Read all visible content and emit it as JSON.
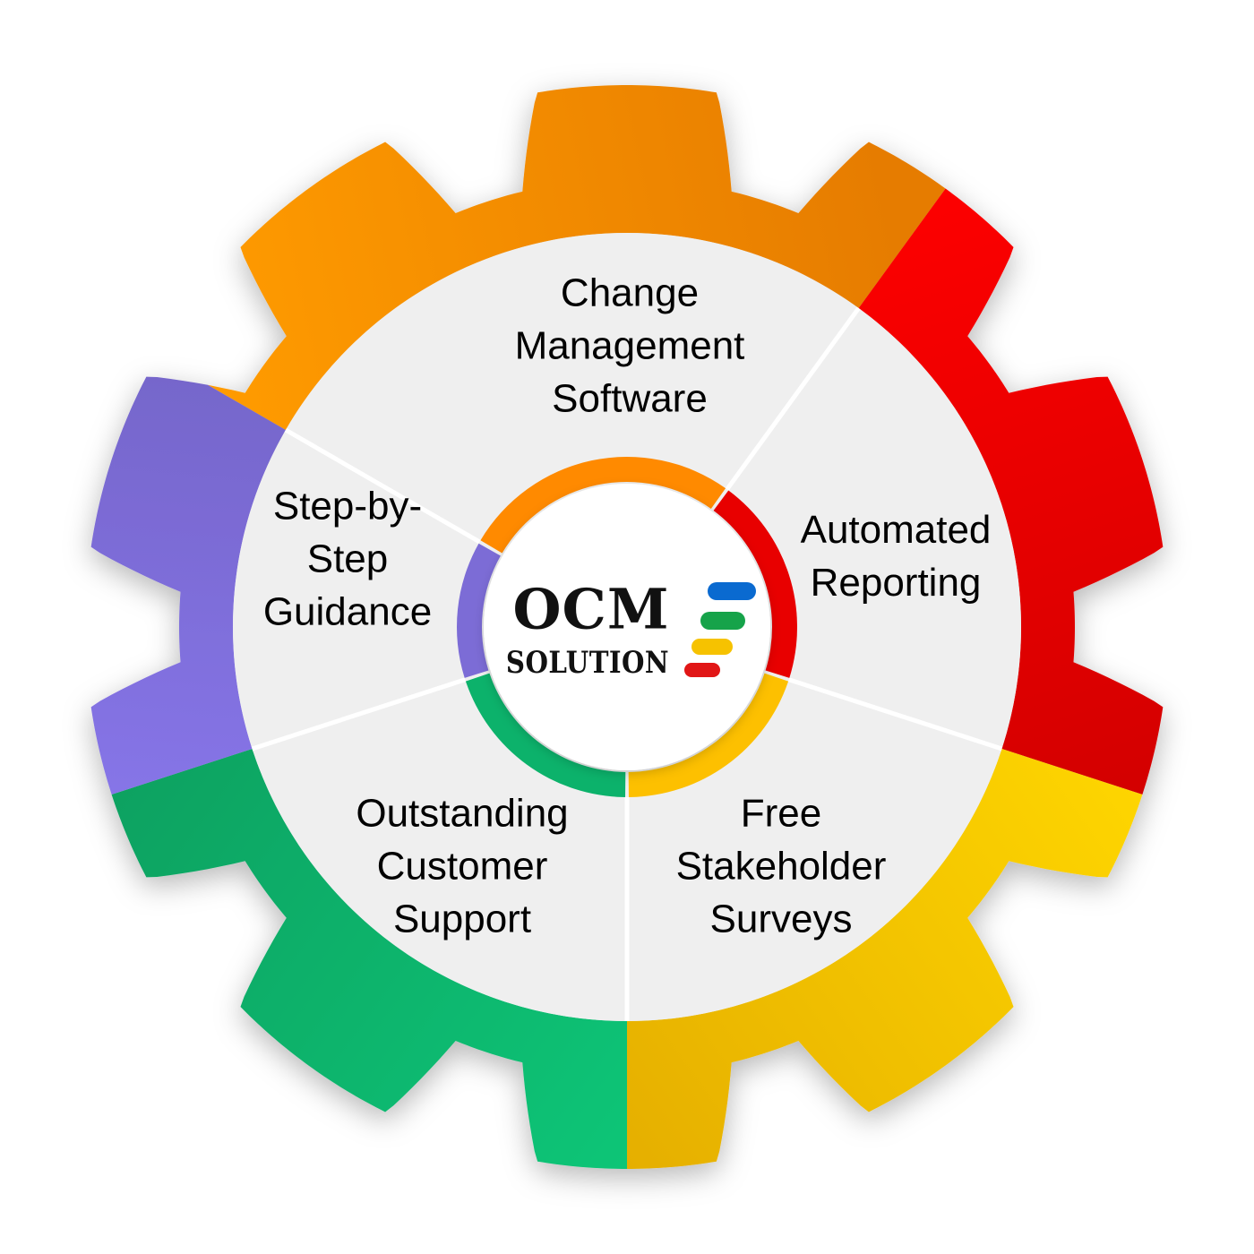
{
  "logo": {
    "title": "OCM",
    "subtitle": "SOLUTION",
    "bar_colors": [
      "#0a6ad0",
      "#16a34a",
      "#f6c200",
      "#e11616"
    ]
  },
  "segments": [
    {
      "id": "change-management",
      "lines": [
        "Change",
        "Management",
        "Software"
      ],
      "color": "#ff8a00",
      "text_color": "#ff8c12"
    },
    {
      "id": "automated-reporting",
      "lines": [
        "Automated",
        "Reporting"
      ],
      "color": "#e80000",
      "text_color": "#e80000"
    },
    {
      "id": "stakeholder-surveys",
      "lines": [
        "Free",
        "Stakeholder",
        "Surveys"
      ],
      "color": "#fdc000",
      "text_color": "#c9a21a"
    },
    {
      "id": "customer-support",
      "lines": [
        "Outstanding",
        "Customer",
        "Support"
      ],
      "color": "#0cb26b",
      "text_color": "#10a862"
    },
    {
      "id": "step-guidance",
      "lines": [
        "Step-by-",
        "Step",
        "Guidance"
      ],
      "color": "#7c6cd6",
      "text_color": "#7b6cd3"
    }
  ]
}
